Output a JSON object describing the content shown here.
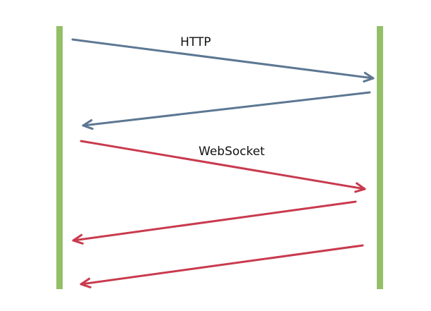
{
  "labels": {
    "http": "HTTP",
    "websocket": "WebSocket"
  },
  "colors": {
    "lane": "#93bf67",
    "http_arrow": "#5c7792",
    "websocket_arrow": "#c93a4e",
    "background": "#ffffff"
  },
  "messages": [
    {
      "protocol": "http",
      "direction": "client-to-server"
    },
    {
      "protocol": "http",
      "direction": "server-to-client"
    },
    {
      "protocol": "websocket",
      "direction": "client-to-server"
    },
    {
      "protocol": "websocket",
      "direction": "server-to-client"
    },
    {
      "protocol": "websocket",
      "direction": "server-to-client"
    }
  ]
}
